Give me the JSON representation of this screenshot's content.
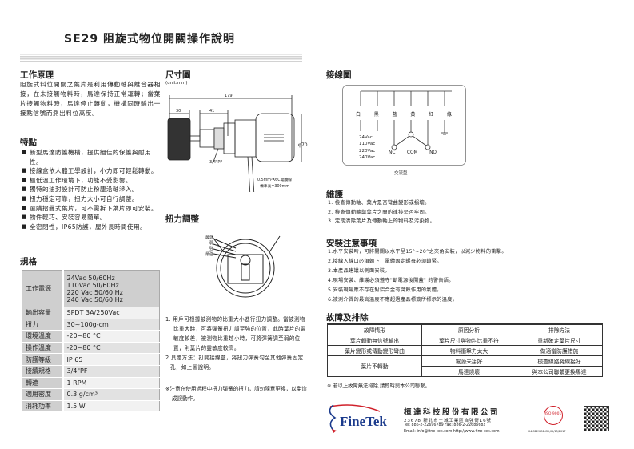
{
  "title": "SE29 阻旋式物位開關操作說明",
  "principle": {
    "heading": "工作原理",
    "text": "阻旋式料位開關之葉片是利用傳動軸與離合器相接，在未接觸物料時，馬達保持正常運轉；當葉片接觸物料時，馬達停止轉動，機構同時輸出一接點信號而測出料位高度。"
  },
  "features": {
    "heading": "特點",
    "items": [
      "新型馬達防護機構，提供絕佳的保護與耐用性。",
      "接線盒依人體工學設計，小力即可輕鬆轉動。",
      "極低溫工作環境下，功能不受影響。",
      "獨特的油封設計可防止粉塵沿軸滲入。",
      "扭力穩定可靠，扭力大小可自行調整。",
      "選購摺疊式葉片，可不需拆下葉片即可安裝。",
      "物件輕巧、安裝容易簡單。",
      "全密閉性，IP65防護，屋外長時間使用。"
    ]
  },
  "specs": {
    "heading": "規格",
    "power_label": "工作電源",
    "power_values": [
      "24Vac 50/60Hz",
      "110Vac 50/60Hz",
      "220 Vac 50/60 Hz",
      "240 Vac 50/60 Hz"
    ],
    "rows": [
      {
        "label": "輸出容量",
        "value": "SPDT 3A/250Vac"
      },
      {
        "label": "扭力",
        "value": "30~100g-cm"
      },
      {
        "label": "環境溫度",
        "value": "-20~80 °C"
      },
      {
        "label": "操作溫度",
        "value": "-20~80 °C"
      },
      {
        "label": "防護等級",
        "value": "IP 65"
      },
      {
        "label": "接續規格",
        "value": "3/4\"PF"
      },
      {
        "label": "轉速",
        "value": "1 RPM"
      },
      {
        "label": "適用密度",
        "value": "0.3 g/cm³"
      },
      {
        "label": "消耗功率",
        "value": "1.5 W"
      }
    ]
  },
  "dimensions": {
    "heading": "尺寸圖",
    "unit": "(unit:mm)",
    "overall": "179",
    "paddle": "30",
    "shaft": "41",
    "thread": "3/4\"PF",
    "diameter": "φ70",
    "cable_note_1": "0.5mm²X6C電纜線",
    "cable_note_2": "標準長=300mm"
  },
  "torque": {
    "heading": "扭力調整",
    "labels": [
      "最弱",
      "弱",
      "強",
      "最強"
    ],
    "notes": [
      "1. 用戶可根據被測物的比重大小進行扭力調整。當被測物比重大時，可將彈簧扭力調至強的位置，此時葉片的靈敏度較差，被測物比重越小時，可將彈簧調至弱的位置，則葉片的靈敏度較高。",
      "2.具體方法：打開接線盒，將扭力彈簧勾至其他彈簧固定孔，如上圖說明。"
    ],
    "warning": "※注意在使用過程中扭力彈簧的扭力，請勿隨意更換，以免造成誤動作。"
  },
  "wiring": {
    "heading": "接線圖",
    "wires": [
      "白",
      "黑",
      "藍",
      "黃",
      "紅",
      "綠"
    ],
    "voltages": [
      "24Vac",
      "110Vac",
      "220Vac",
      "240Vac"
    ],
    "terminals": [
      "NC",
      "COM",
      "NO"
    ],
    "caption": "交流型"
  },
  "maintenance": {
    "heading": "維護",
    "items": [
      "1. 檢查傳動軸、葉片是否彎曲變形或損壞。",
      "2. 檢查傳動軸與葉片之間的連接是否牢固。",
      "3. 定期清除葉片及傳動軸上的物料及污染物。"
    ]
  },
  "install": {
    "heading": "安裝注意事項",
    "items": [
      "1.水平安裝時，可將開關以水平呈15°~20°之夾角安裝，以減少物料的衝擊。",
      "2.接線入線口必須朝下，電纜固定螺母必須鎖緊。",
      "3.本產品建議以側面安裝。",
      "4.現場安裝、維護必須遵守\"斷電源後開蓋\" 的警告語。",
      "5.安裝現場應不存在對鋁合金有腐蝕作用的氣體。",
      "6.被測介質的最高溫度不應超過產品標籤所標示的溫度。"
    ]
  },
  "troubleshoot": {
    "heading": "故障及排除",
    "headers": [
      "故障情形",
      "原因分析",
      "排除方法"
    ],
    "rows": [
      [
        "葉片轉動無信號輸出",
        "葉片尺寸與物料比重不符",
        "重新確定葉片尺寸"
      ],
      [
        "葉片變形或傳動變形彎曲",
        "物料衝擊力太大",
        "做適當防護措施"
      ],
      [
        "葉片不轉動",
        "電源未接好",
        "檢查線路將線接好"
      ],
      [
        "",
        "馬達燒壞",
        "與本公司聯繫更換馬達"
      ]
    ],
    "note": "※ 若以上故障無法排除,請即時與本公司聯繫。"
  },
  "footer": {
    "logo": "FineTek",
    "company": "桓達科技股份有限公司",
    "address": "23678 新北市土城工業區自強街16號",
    "phone": "Tel: 886-2-22696789   Fax: 886-2-22686682",
    "web": "Email: info@fine-tek.com    http://www.fine-tek.com",
    "cert_code": "04-SE29-B1-CH,05/15/2017",
    "iso": "ISO 9001"
  },
  "colors": {
    "brand_blue": "#1a3a8c",
    "brand_red": "#d0202a"
  }
}
